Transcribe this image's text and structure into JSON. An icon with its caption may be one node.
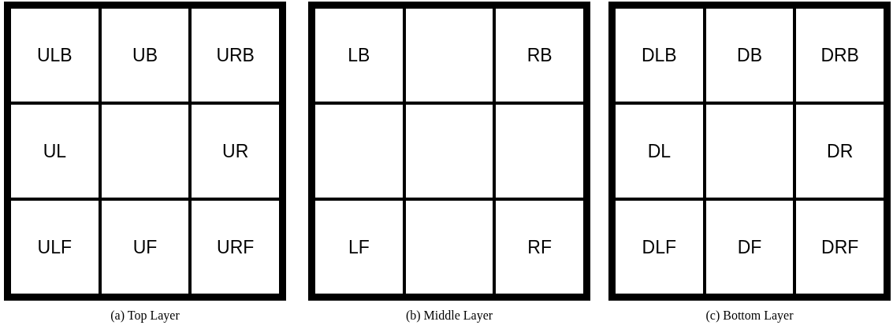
{
  "diagram": {
    "nodes": [
      {
        "text": [],
        "shape": "box",
        "beside": [
          "(a) Top Layer"
        ]
      },
      {
        "text": [
          "ULB"
        ],
        "in": 0
      },
      {
        "text": [
          "UB"
        ],
        "in": 0
      },
      {
        "text": [
          "URB"
        ],
        "in": 0
      },
      {
        "text": [
          "UL"
        ],
        "in": 0
      },
      {
        "text": [],
        "shape": "box",
        "in": 0
      },
      {
        "text": [
          "UR"
        ],
        "in": 0
      },
      {
        "text": [
          "ULF"
        ],
        "in": 0
      },
      {
        "text": [
          "UF"
        ],
        "in": 0
      },
      {
        "text": [
          "URF"
        ],
        "in": 0
      },
      {
        "text": [],
        "shape": "box",
        "beside": [
          "(b) Middle Layer"
        ]
      },
      {
        "text": [
          "LB"
        ],
        "in": 10
      },
      {
        "text": [],
        "shape": "box",
        "in": 10
      },
      {
        "text": [
          "RB"
        ],
        "in": 10
      },
      {
        "text": [],
        "shape": "box",
        "in": 10
      },
      {
        "text": [],
        "shape": "box",
        "in": 10
      },
      {
        "text": [],
        "shape": "box",
        "in": 10
      },
      {
        "text": [
          "LF"
        ],
        "in": 10
      },
      {
        "text": [],
        "shape": "box",
        "in": 10
      },
      {
        "text": [
          "RF"
        ],
        "in": 10
      },
      {
        "text": [],
        "shape": "box",
        "beside": [
          "(c) Bottom Layer"
        ]
      },
      {
        "text": [
          "DLB"
        ],
        "in": 20
      },
      {
        "text": [
          "DB"
        ],
        "in": 20
      },
      {
        "text": [
          "DRB"
        ],
        "in": 20
      },
      {
        "text": [
          "DL"
        ],
        "in": 20
      },
      {
        "text": [],
        "shape": "box",
        "in": 20
      },
      {
        "text": [
          "DR"
        ],
        "in": 20
      },
      {
        "text": [
          "DLF"
        ],
        "in": 20
      },
      {
        "text": [
          "DF"
        ],
        "in": 20
      },
      {
        "text": [
          "DRF"
        ],
        "in": 20
      }
    ],
    "edges": []
  }
}
